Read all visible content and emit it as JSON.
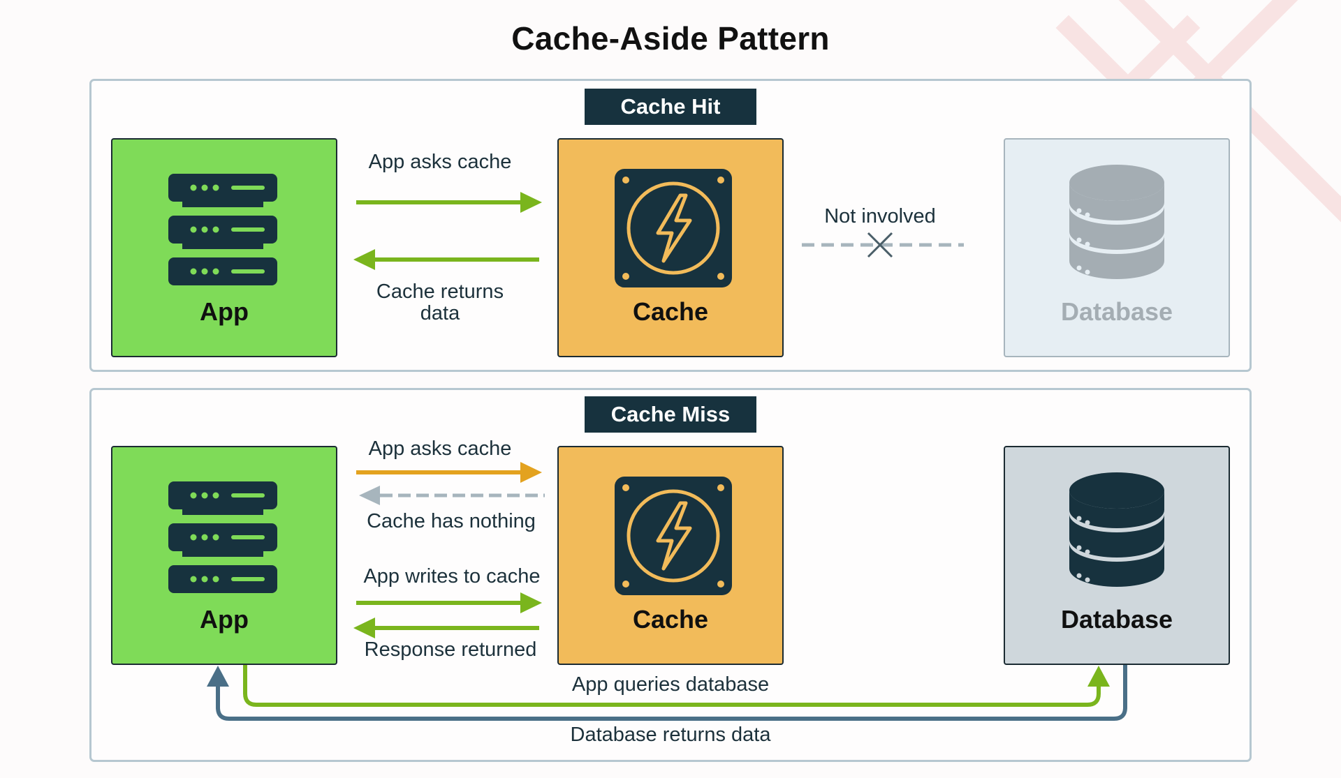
{
  "title": "Cache-Aside Pattern",
  "colors": {
    "app_green": "#7fdb58",
    "cache_orange": "#f2bb5a",
    "navy": "#17323e",
    "arrow_green": "#7ab51d",
    "arrow_orange": "#e3a21f",
    "arrow_gray": "#a7b5bd",
    "arrow_blue": "#4a6f87"
  },
  "cache_hit": {
    "tag": "Cache Hit",
    "app_label": "App",
    "cache_label": "Cache",
    "db_label": "Database",
    "app_asks_cache": "App asks cache",
    "cache_returns_data": "Cache returns data",
    "not_involved": "Not involved"
  },
  "cache_miss": {
    "tag": "Cache Miss",
    "app_label": "App",
    "cache_label": "Cache",
    "db_label": "Database",
    "app_asks_cache": "App asks cache",
    "cache_has_nothing": "Cache has nothing",
    "app_writes_to_cache": "App writes to cache",
    "response_returned": "Response returned",
    "app_queries_database": "App queries database",
    "database_returns_data": "Database returns data"
  },
  "icons": [
    "server-icon",
    "lightning-icon",
    "database-icon",
    "cross-icon"
  ]
}
